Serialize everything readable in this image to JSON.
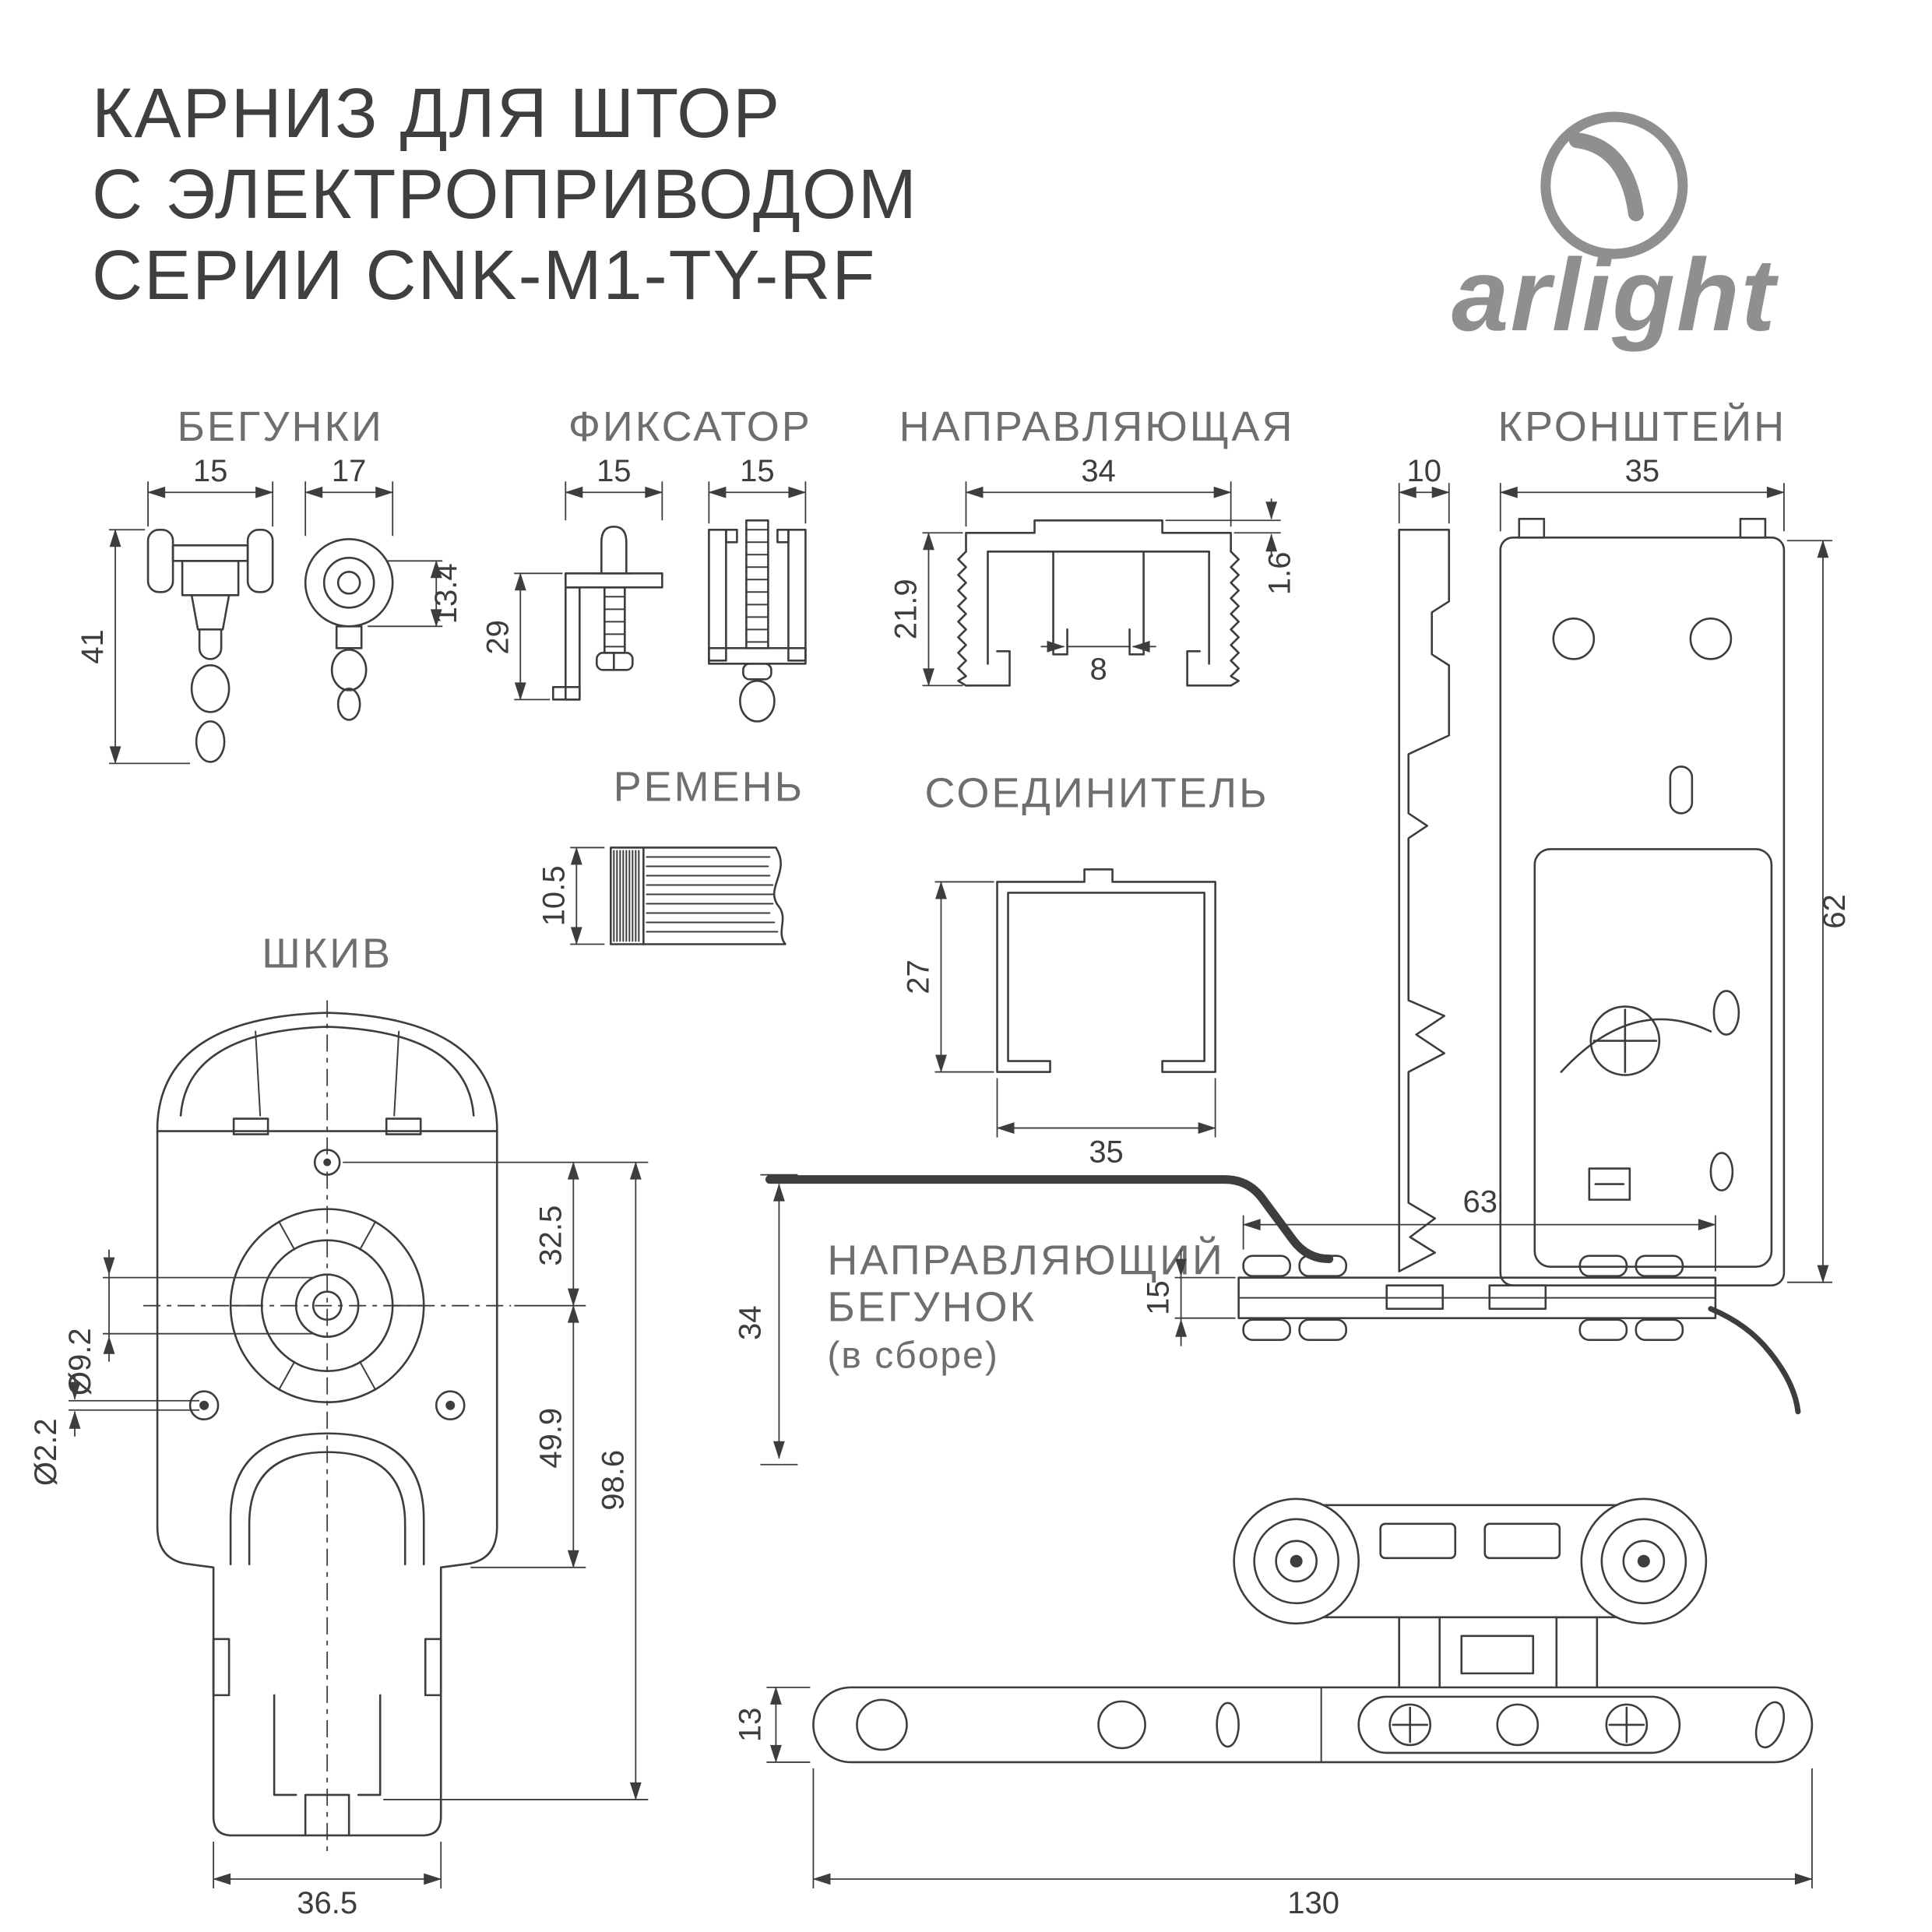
{
  "colors": {
    "ink": "#3d3d3d",
    "label": "#6e6e6e",
    "logo": "#8f8f8f",
    "background": "#ffffff"
  },
  "title": {
    "line1": "КАРНИЗ ДЛЯ ШТОР",
    "line2": "С ЭЛЕКТРОПРИВОДОМ",
    "line3": "СЕРИИ CNK-M1-TY-RF"
  },
  "logo": {
    "name": "arlight"
  },
  "sections": {
    "runners": {
      "label": "БЕГУНКИ",
      "dims": {
        "width1": "15",
        "width2": "17",
        "height": "41",
        "height2": "13.4"
      }
    },
    "fixator": {
      "label": "ФИКСАТОР",
      "dims": {
        "width1": "15",
        "width2": "15",
        "height": "29"
      }
    },
    "rail": {
      "label": "НАПРАВЛЯЮЩАЯ",
      "dims": {
        "width": "34",
        "height": "21.9",
        "gap": "8",
        "thickness": "1.6"
      }
    },
    "bracket": {
      "label": "КРОНШТЕЙН",
      "dims": {
        "depth": "10",
        "width": "35",
        "height": "62"
      }
    },
    "belt": {
      "label": "РЕМЕНЬ",
      "dims": {
        "height": "10.5"
      }
    },
    "connector": {
      "label": "СОЕДИНИТЕЛЬ",
      "dims": {
        "height": "27",
        "width": "35"
      }
    },
    "pulley": {
      "label": "ШКИВ",
      "dims": {
        "bore": "Ø9.2",
        "hole": "Ø2.2",
        "upper": "32.5",
        "total": "98.6",
        "lower": "49.9",
        "width": "36.5"
      }
    },
    "guide_runner": {
      "label_line1": "НАПРАВЛЯЮЩИЙ",
      "label_line2": "БЕГУНОК",
      "label_line3": "(в сборе)",
      "dims": {
        "length": "63",
        "drop": "34",
        "body_height": "15",
        "bar_height": "13",
        "bar_length": "130"
      }
    }
  }
}
